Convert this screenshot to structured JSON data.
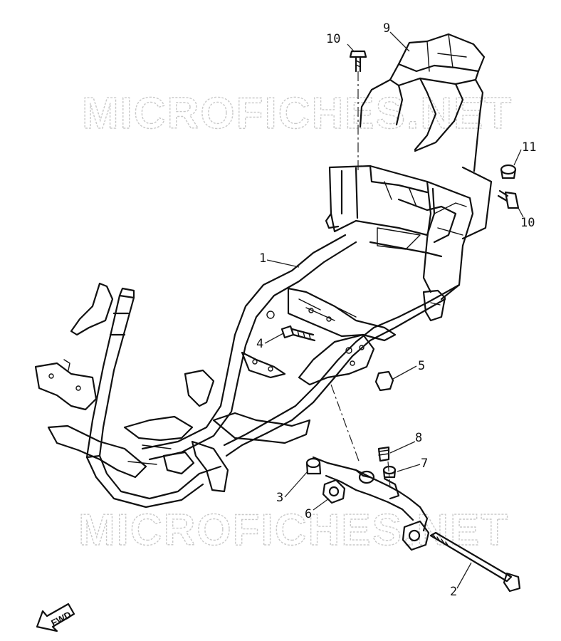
{
  "watermark": {
    "text": "MICROFICHES.NET"
  },
  "callouts": [
    {
      "id": "c1",
      "label": "1"
    },
    {
      "id": "c2",
      "label": "2"
    },
    {
      "id": "c3",
      "label": "3"
    },
    {
      "id": "c4",
      "label": "4"
    },
    {
      "id": "c5",
      "label": "5"
    },
    {
      "id": "c6",
      "label": "6"
    },
    {
      "id": "c7",
      "label": "7"
    },
    {
      "id": "c8",
      "label": "8"
    },
    {
      "id": "c9",
      "label": "9"
    },
    {
      "id": "c10a",
      "label": "10"
    },
    {
      "id": "c10b",
      "label": "10"
    },
    {
      "id": "c11",
      "label": "11"
    }
  ],
  "fwd": {
    "label": "FWD"
  },
  "icons": {
    "fwd_arrow": "forward-direction-arrow-icon"
  }
}
